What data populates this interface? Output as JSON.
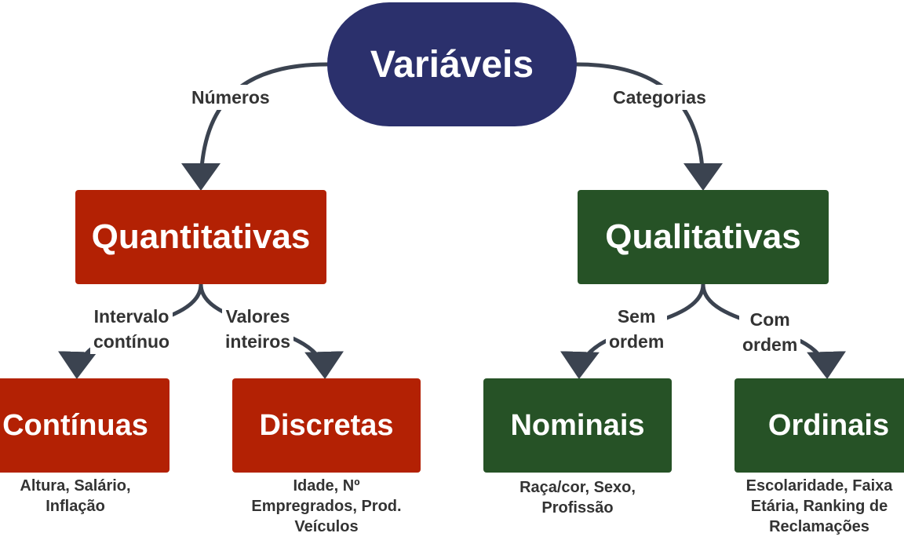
{
  "colors": {
    "root": "#2b306c",
    "quantitative": "#b32104",
    "qualitative": "#265226",
    "connector": "#3b4350",
    "text": "#333333"
  },
  "root": {
    "label": "Variáveis"
  },
  "branches": {
    "quantitativas": {
      "label": "Quantitativas",
      "edge_label": "Números",
      "children": {
        "continuas": {
          "label": "Contínuas",
          "edge_label": "Intervalo\ncontínuo",
          "examples": "Altura, Salário,\nInflação"
        },
        "discretas": {
          "label": "Discretas",
          "edge_label": "Valores\ninteiros",
          "examples": "Idade, Nº\nEmpregrados, Prod.\nVeículos"
        }
      }
    },
    "qualitativas": {
      "label": "Qualitativas",
      "edge_label": "Categorias",
      "children": {
        "nominais": {
          "label": "Nominais",
          "edge_label": "Sem\nordem",
          "examples": "Raça/cor, Sexo,\nProfissão"
        },
        "ordinais": {
          "label": "Ordinais",
          "edge_label": "Com\nordem",
          "examples": "Escolaridade, Faixa\nEtária, Ranking de\nReclamações"
        }
      }
    }
  }
}
